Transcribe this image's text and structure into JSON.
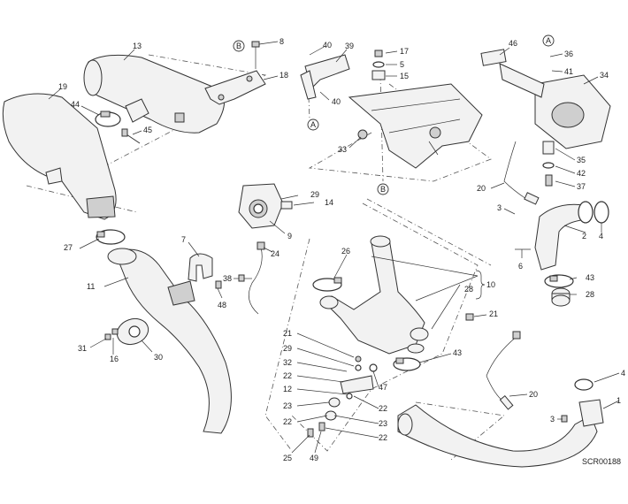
{
  "drawing_code": "SCR00188",
  "reference_markers": [
    "A",
    "B"
  ],
  "part_numbers": [
    "1",
    "2",
    "3",
    "4",
    "5",
    "6",
    "7",
    "8",
    "9",
    "10",
    "11",
    "12",
    "13",
    "14",
    "15",
    "16",
    "17",
    "18",
    "19",
    "20",
    "21",
    "22",
    "23",
    "24",
    "25",
    "26",
    "27",
    "28",
    "29",
    "30",
    "31",
    "32",
    "33",
    "34",
    "35",
    "36",
    "37",
    "38",
    "39",
    "40",
    "41",
    "42",
    "43",
    "44",
    "45",
    "46",
    "47",
    "48",
    "49"
  ]
}
